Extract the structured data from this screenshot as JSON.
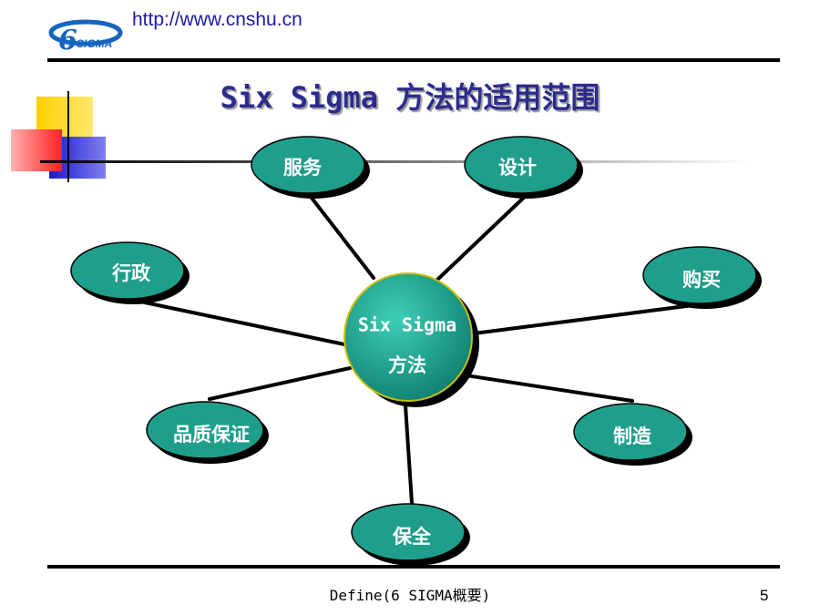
{
  "header": {
    "logo_text": "SIGMA",
    "url": "http://www.cnshu.cn"
  },
  "title": "Six Sigma 方法的适用范围",
  "center": {
    "line1": "Six Sigma",
    "line2": "方法"
  },
  "nodes": [
    "服务",
    "设计",
    "行政",
    "购买",
    "品质保证",
    "制造",
    "保全"
  ],
  "footer": {
    "text": "Define(6 SIGMA概要)",
    "page_number": "5"
  },
  "colors": {
    "node_fill": "#1f9e8c",
    "title": "#2b2b8f",
    "url": "#1a1aa8"
  }
}
